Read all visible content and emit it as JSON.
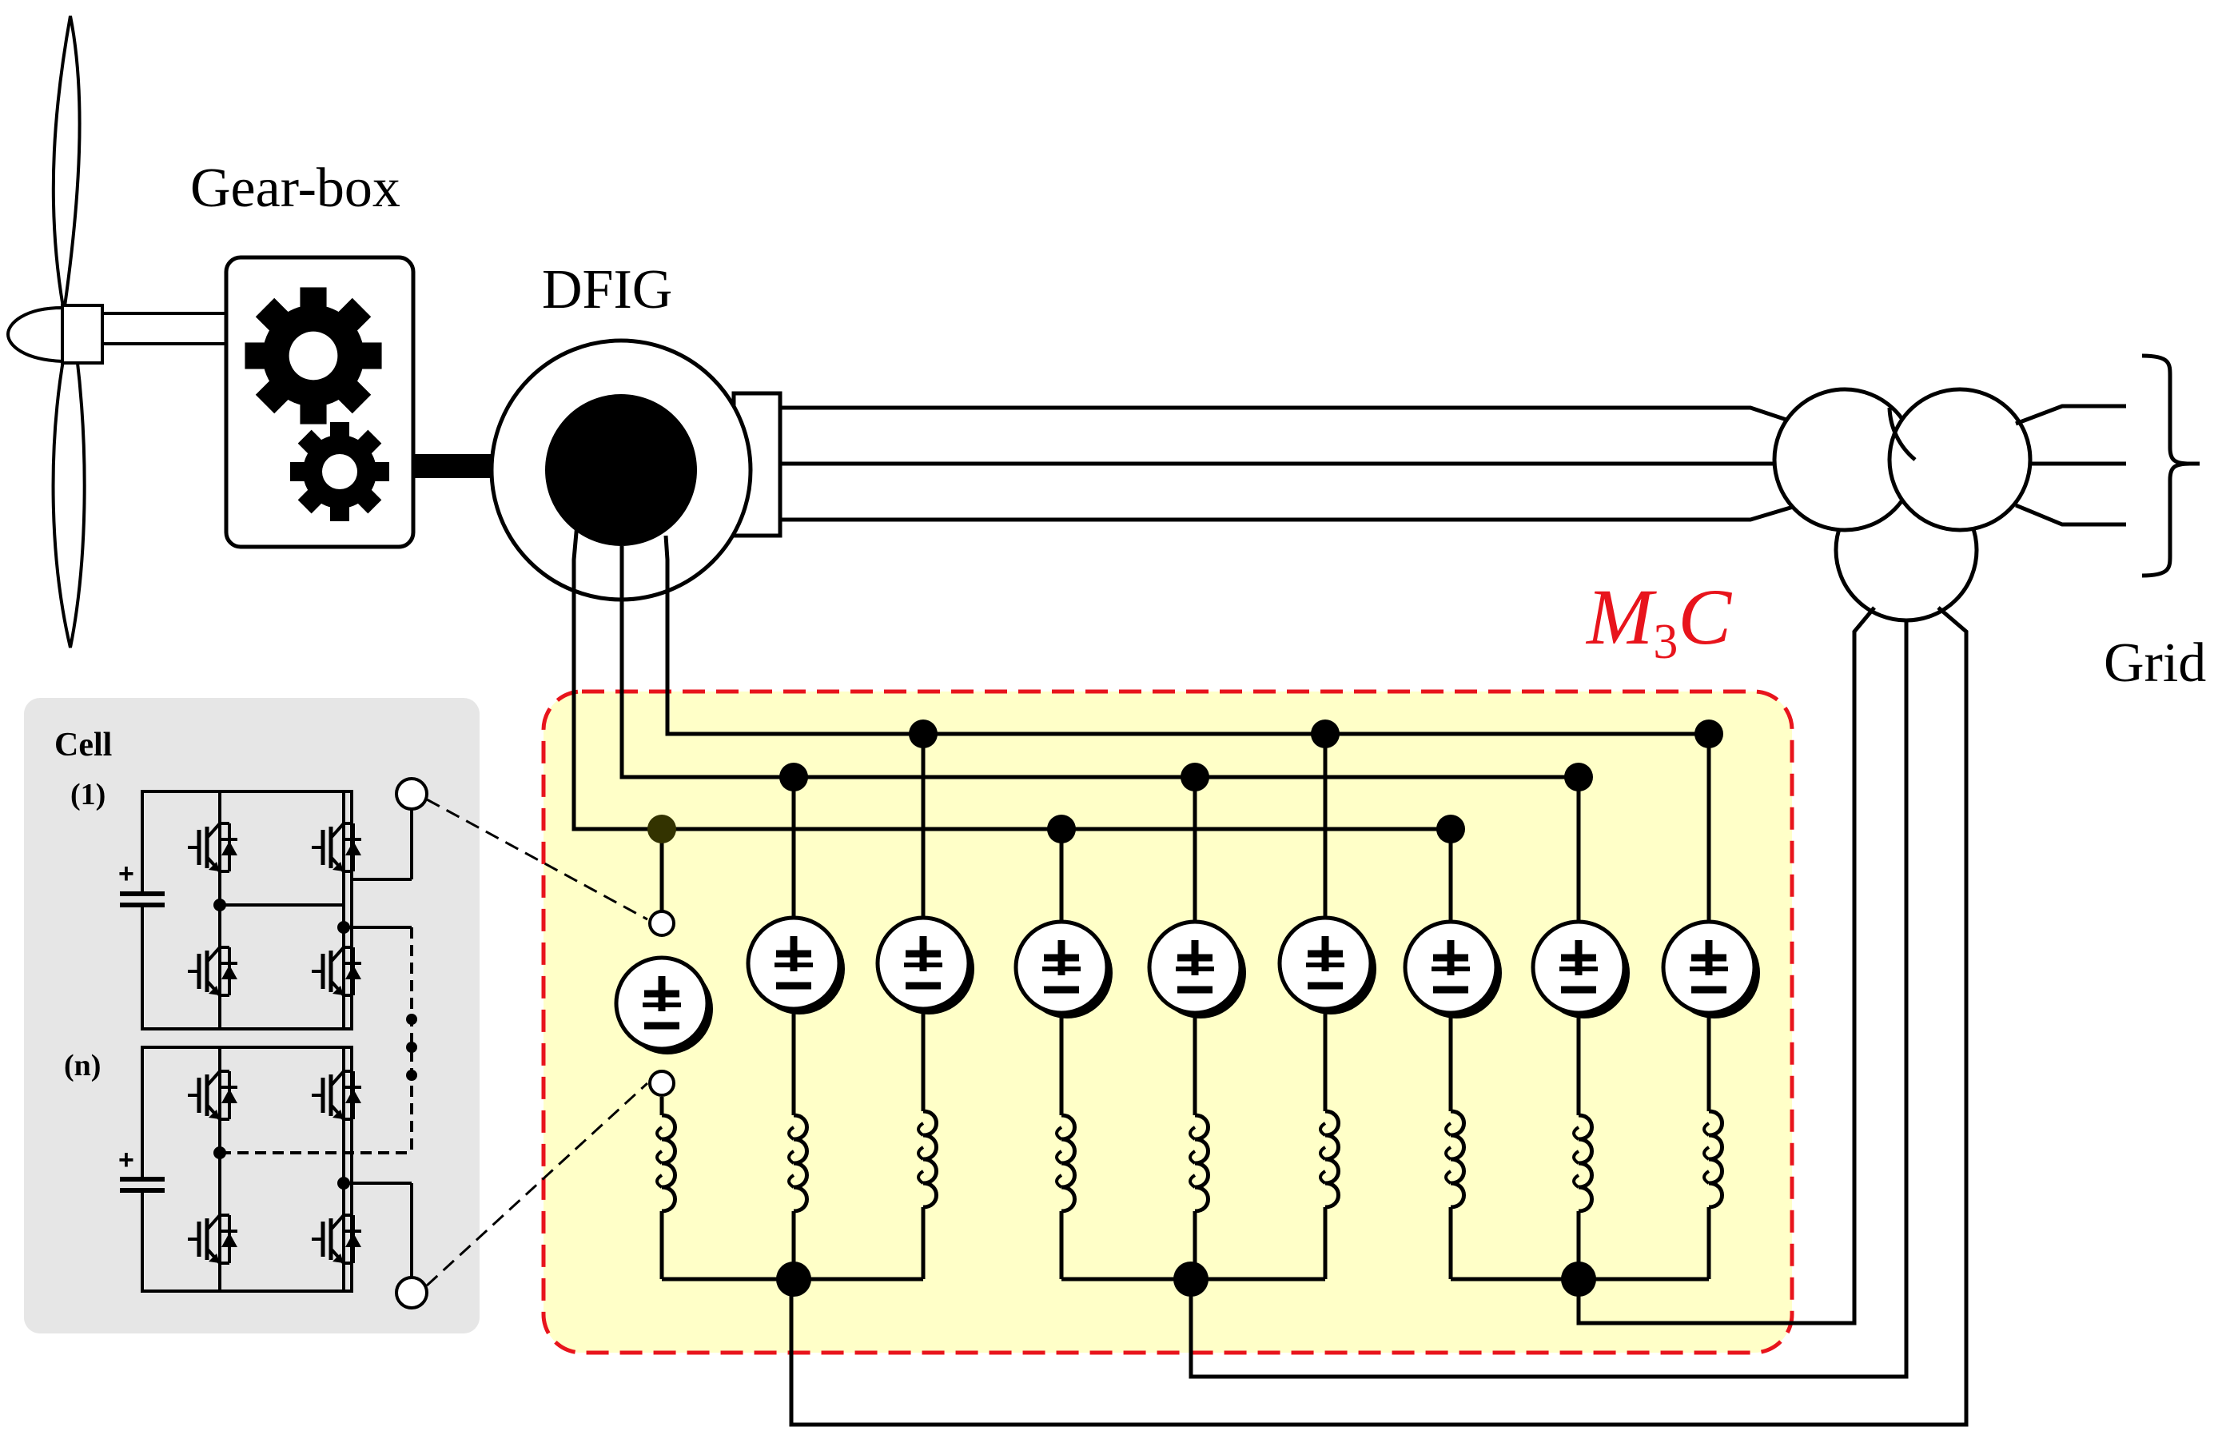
{
  "labels": {
    "gearbox": "Gear-box",
    "dfig": "DFIG",
    "grid": "Grid",
    "m3c_main": "M",
    "m3c_sub": "3",
    "m3c_tail": "C",
    "cell": "Cell",
    "cell_first": "(1)",
    "cell_last": "(n)"
  },
  "colors": {
    "m3c_border": "#e8141c",
    "m3c_fill": "#ffffc8",
    "cell_panel": "#e6e6e6",
    "wire": "#000000"
  },
  "symbols": {
    "source_plus": "±",
    "source_minus": "–",
    "capacitor_plus": "+"
  },
  "icons": {
    "turbine": "wind-turbine-icon",
    "gear": "gear-icon",
    "machine": "generator-icon",
    "transformer": "transformer-icon",
    "source": "voltage-source-icon",
    "inductor": "inductor-icon",
    "switch": "igbt-icon"
  }
}
